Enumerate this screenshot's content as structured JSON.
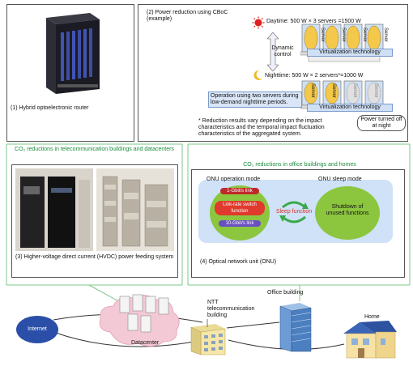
{
  "panels": {
    "router_caption": "(1) Hybrid optoelectronic router",
    "cboc_title": "(2) Power reduction using CBoC (example)",
    "daytime": "Daytime: 500 W × 3 servers =1500 W",
    "nighttime": "Nighttime: 500 W × 2 servers*=1000 W",
    "dynamic_control": "Dynamic control",
    "virtualization": "Virtualization technology",
    "server_label": "Server",
    "operation_note": "Operation using two servers during low-demand nighttime periods.",
    "power_off_note": "Power turned off at night",
    "footnote": "* Reduction results vary depending on the impact characteristics and the temporal impact fluctuation characteristics of the aggregated system.",
    "telecom_heading": "CO₂ reductions in telecommunication buildings and datacenters",
    "hvdc_caption": "(3) Higher-voltage direct current (HVDC) power feeding system",
    "office_heading": "CO₂ reductions in office buildings and homes",
    "onu_operation": "ONU operation mode",
    "onu_sleep": "ONU sleep mode",
    "gbit1": "1-Gbit/s link",
    "link_rate": "Link-rate switch function",
    "gbit10": "10-Gbit/s link",
    "sleep_function": "Sleep function",
    "shutdown": "Shutdown of unused functions",
    "onu_caption": "(4) Optical network unit (ONU)"
  },
  "network": {
    "internet": "Internet",
    "datacenter": "Datacenter",
    "ntt_building": "NTT telecommunication building",
    "office_building": "Office building",
    "home": "Home"
  },
  "colors": {
    "accent_green": "#1a8a3a",
    "internet_blue": "#2b4fa8",
    "onu_green": "#8cc63f",
    "sleep_red": "#d4342a"
  }
}
